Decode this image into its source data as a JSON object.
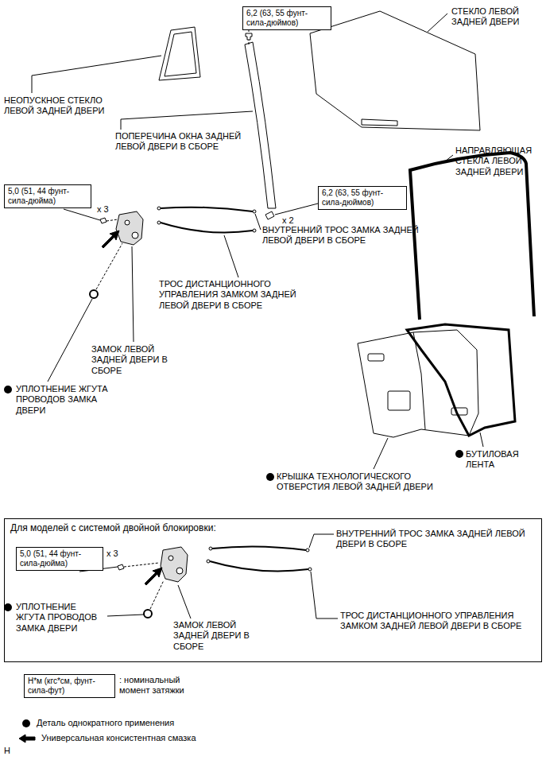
{
  "diagram": {
    "nodes": [
      {
        "text": [
          "6,2 (63, 55 фунт-сила-дюймов)"
        ]
      },
      {
        "text": [
          "6,2 (63, 55 фунт-сила-дюймов)"
        ]
      },
      {
        "text": [
          "5,0 (51, 44 фунт-сила-дюйма)"
        ]
      },
      {
        "text": [
          "Для моделей с системой двойной блокировки:"
        ]
      },
      {
        "text": [
          "5,0 (51, 44 фунт-сила-дюйма)"
        ],
        "in": 3
      },
      {
        "text": [
          "Н*м (кгс*см, фунт-сила-фут)"
        ]
      }
    ],
    "labels": [
      "СТЕКЛО ЛЕВОЙ ЗАДНЕЙ ДВЕРИ",
      "НЕОПУСКНОЕ СТЕКЛО ЛЕВОЙ ЗАДНЕЙ ДВЕРИ",
      "ПОПЕРЕЧИНА ОКНА ЗАДНЕЙ ЛЕВОЙ ДВЕРИ В СБОРЕ",
      "НАПРАВЛЯЮЩАЯ СТЕКЛА ЛЕВОЙ ЗАДНЕЙ ДВЕРИ",
      "x 2",
      "x 3",
      "ВНУТРЕННИЙ ТРОС ЗАМКА ЗАДНЕЙ ЛЕВОЙ ДВЕРИ В СБОРЕ",
      "ТРОС ДИСТАНЦИОННОГО УПРАВЛЕНИЯ ЗАМКОМ ЗАДНЕЙ ЛЕВОЙ ДВЕРИ В СБОРЕ",
      "ЗАМОК ЛЕВОЙ ЗАДНЕЙ ДВЕРИ В СБОРЕ",
      "УПЛОТНЕНИЕ ЖГУТА ПРОВОДОВ ЗАМКА ДВЕРИ",
      "БУТИЛОВАЯ ЛЕНТА",
      "КРЫШКА ТЕХНОЛОГИЧЕСКОГО ОТВЕРСТИЯ ЛЕВОЙ ЗАДНЕЙ ДВЕРИ",
      "ВНУТРЕННИЙ ТРОС ЗАМКА ЗАДНЕЙ ЛЕВОЙ ДВЕРИ В СБОРЕ",
      "ТРОС ДИСТАНЦИОННОГО УПРАВЛЕНИЯ ЗАМКОМ ЗАДНЕЙ ЛЕВОЙ ДВЕРИ В СБОРЕ",
      "x 3",
      "УПЛОТНЕНИЕ ЖГУТА ПРОВОДОВ ЗАМКА ДВЕРИ",
      "ЗАМОК ЛЕВОЙ ЗАДНЕЙ ДВЕРИ В СБОРЕ",
      "H"
    ],
    "legend": [
      {
        "text": ": номинальный момент затяжки"
      },
      {
        "text": "Деталь однократного применения"
      },
      {
        "text": "Универсальная консистентная смазка"
      }
    ]
  }
}
